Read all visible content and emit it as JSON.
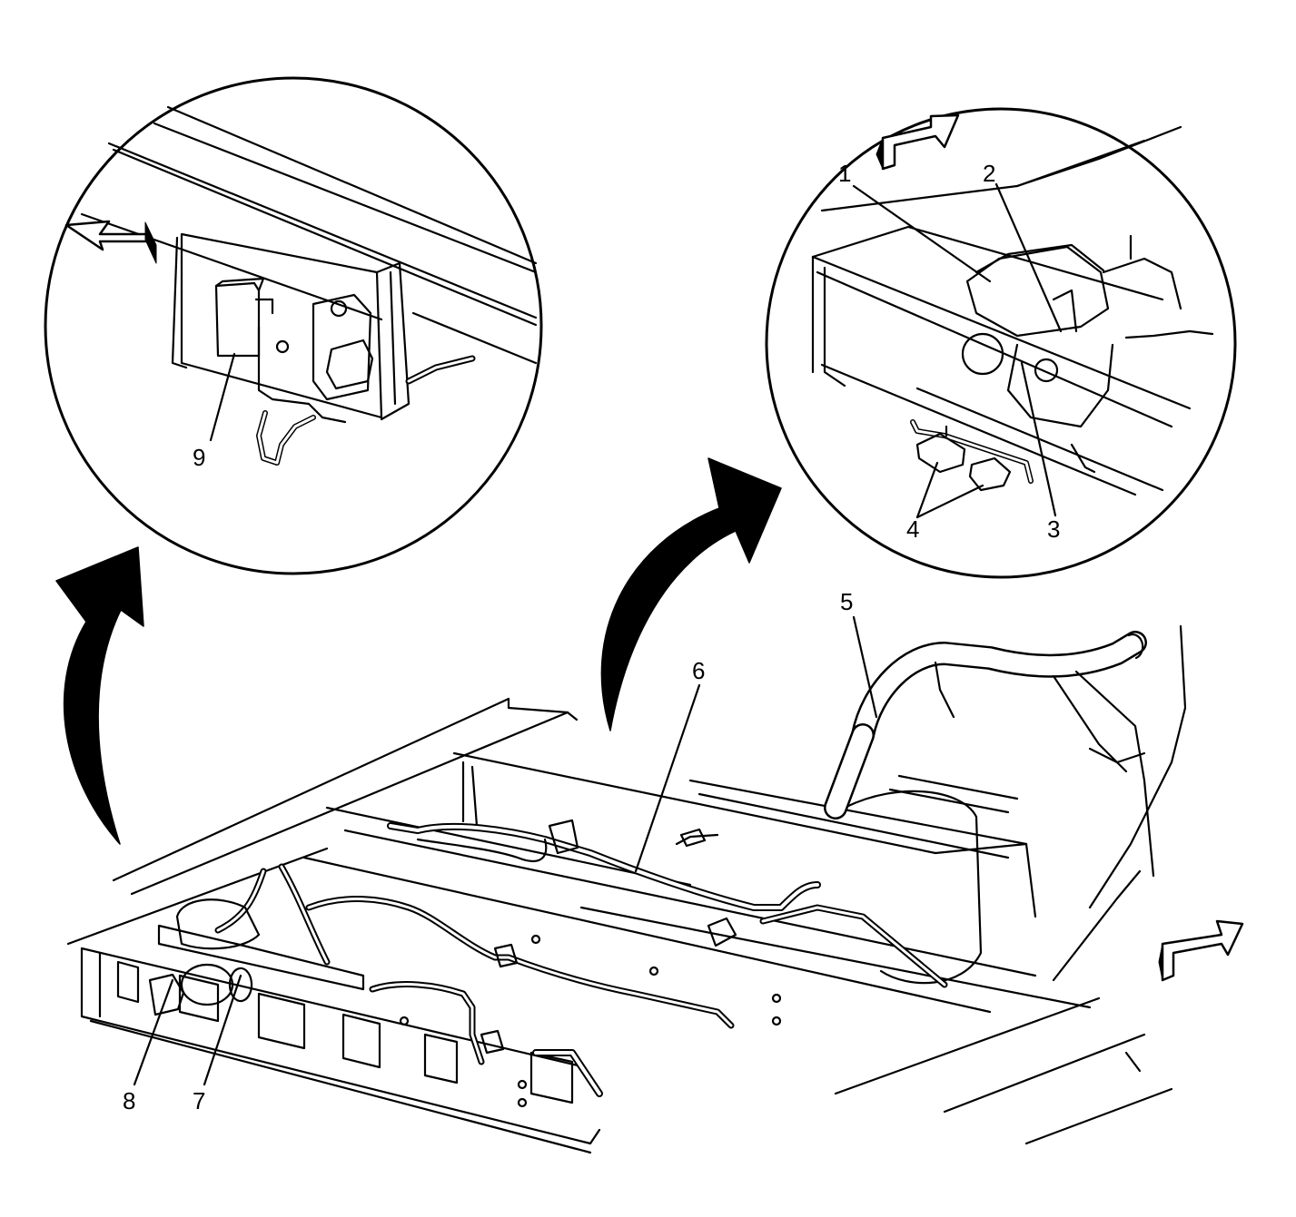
{
  "callouts": {
    "c1": "1",
    "c2": "2",
    "c3": "3",
    "c4": "4",
    "c5": "5",
    "c6": "6",
    "c7": "7",
    "c8": "8",
    "c9": "9"
  },
  "colors": {
    "line": "#000000",
    "background": "#ffffff",
    "arrow_fill": "#000000"
  },
  "icons": {
    "direction_arrow": "forward-direction-arrow-icon",
    "zoom_arrow": "curved-zoom-arrow-icon"
  }
}
